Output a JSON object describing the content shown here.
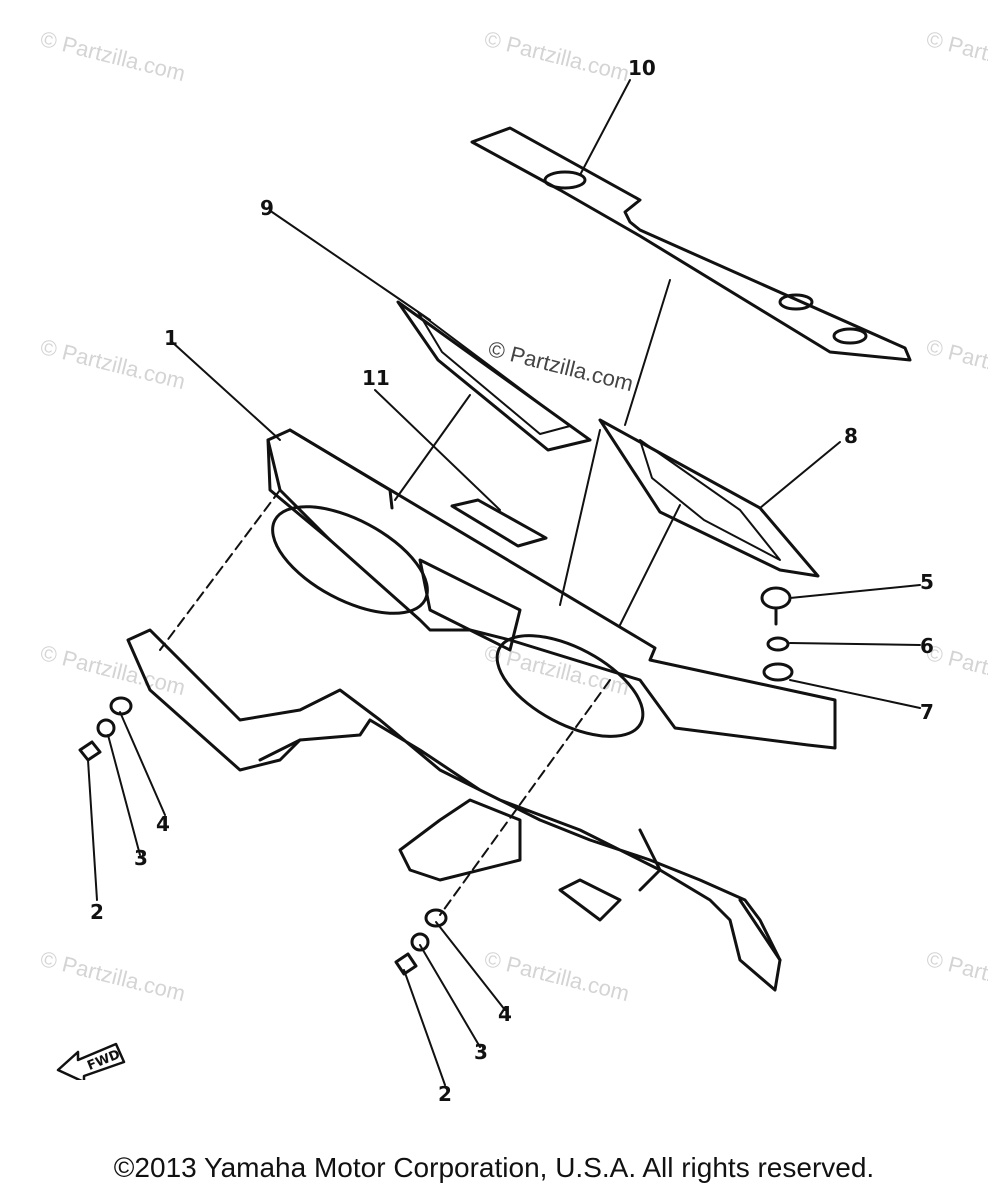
{
  "watermarks": [
    "© Partzilla.com",
    "© Partzilla.com",
    "© Partzilla.com",
    "© Partzilla.com",
    "© Partzilla.com",
    "© Partzilla.com",
    "© Partzilla.com",
    "© Partzilla.com",
    "© Partzilla.com",
    "© Partzilla.com",
    "© Partzilla.com"
  ],
  "center_watermark": "© Partzilla.com",
  "callouts": {
    "c1": "1",
    "c2a": "2",
    "c2b": "2",
    "c3a": "3",
    "c3b": "3",
    "c4a": "4",
    "c4b": "4",
    "c5": "5",
    "c6": "6",
    "c7": "7",
    "c8": "8",
    "c9": "9",
    "c10": "10",
    "c11": "11"
  },
  "fwd_label": "FWD",
  "copyright": "©2013 Yamaha Motor Corporation, U.S.A. All rights reserved.",
  "colors": {
    "line": "#111111",
    "watermark": "#d4d4d4"
  }
}
